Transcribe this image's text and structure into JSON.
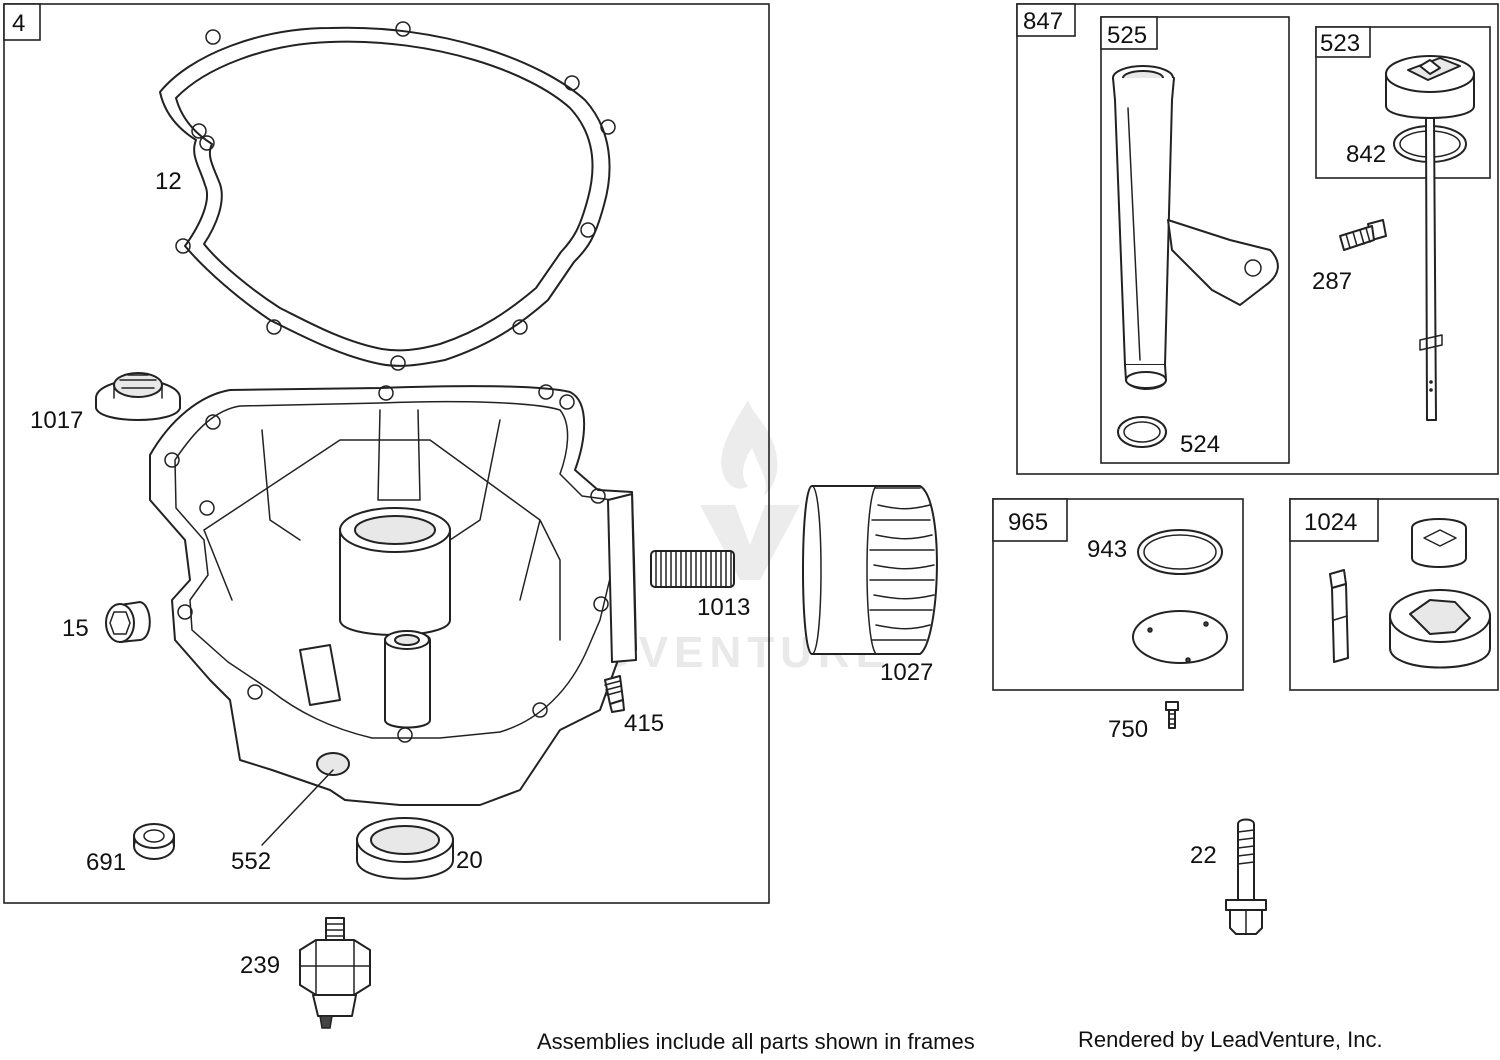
{
  "frames": {
    "f4": "4",
    "f847": "847",
    "f525": "525",
    "f523": "523",
    "f965": "965",
    "f1024": "1024"
  },
  "labels": {
    "p12": "12",
    "p1017": "1017",
    "p15": "15",
    "p1013": "1013",
    "p415": "415",
    "p691": "691",
    "p552": "552",
    "p20": "20",
    "p239": "239",
    "p1027": "1027",
    "p524": "524",
    "p842": "842",
    "p287": "287",
    "p943": "943",
    "p750": "750",
    "p22": "22"
  },
  "watermark": "LEADVENTURE",
  "footer": {
    "note": "Assemblies include all parts shown in frames",
    "credit": "Rendered by LeadVenture, Inc."
  }
}
